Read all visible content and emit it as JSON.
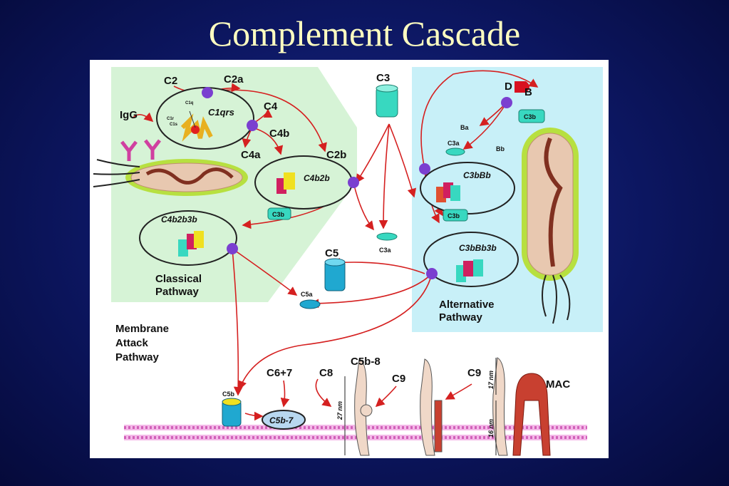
{
  "slide": {
    "title": "Complement Cascade"
  },
  "diagram": {
    "classical": {
      "C2": "C2",
      "C2a": "C2a",
      "C4": "C4",
      "C4b": "C4b",
      "C4a": "C4a",
      "C2b": "C2b",
      "IgG": "IgG",
      "C1qrs": "C1qrs",
      "C1q": "C1q",
      "C1r": "C1r",
      "C1s": "C1s",
      "C4b2b": "C4b2b",
      "C4b2b3b": "C4b2b3b",
      "C3b_mid": "C3b",
      "pathway_line1": "Classical",
      "pathway_line2": "Pathway"
    },
    "central": {
      "C3": "C3",
      "C3a": "C3a",
      "C5": "C5",
      "C5a": "C5a"
    },
    "alternative": {
      "D": "D",
      "B": "B",
      "C3b_top": "C3b",
      "Ba": "Ba",
      "Bb": "Bb",
      "C3a": "C3a",
      "C3bBb": "C3bBb",
      "C3b_mid": "C3b",
      "C3bBb3b": "C3bBb3b",
      "pathway_line1": "Alternative",
      "pathway_line2": "Pathway"
    },
    "mac": {
      "label_line1": "Membrane",
      "label_line2": "Attack",
      "label_line3": "Pathway",
      "C5b": "C5b",
      "C6_7": "C6+7",
      "C5b_7": "C5b-7",
      "C8": "C8",
      "C5b_8": "C5b-8",
      "C9_a": "C9",
      "C9_b": "C9",
      "MAC": "MAC",
      "dim_27": "27 nm",
      "dim_17": "17 nm",
      "dim_16": "16 nm"
    }
  },
  "colors": {
    "slide_bg": "#0c1660",
    "title": "#ffffc0",
    "classical_bg": "#d6f3d6",
    "alternative_bg": "#c8f0f8",
    "arrow": "#d52020",
    "enzyme_star": "#7a3fd0",
    "membrane": "#f0a8e0"
  }
}
